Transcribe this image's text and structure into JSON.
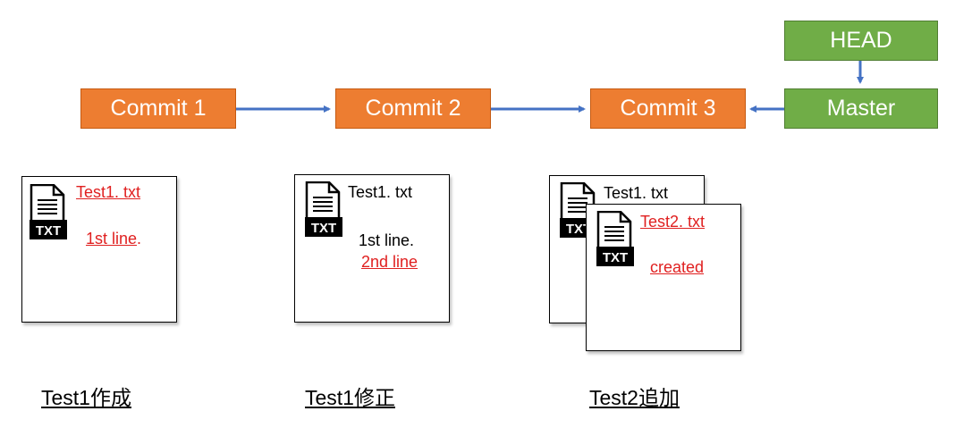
{
  "commits": [
    {
      "label": "Commit 1"
    },
    {
      "label": "Commit 2"
    },
    {
      "label": "Commit 3"
    }
  ],
  "refs": {
    "head": "HEAD",
    "master": "Master"
  },
  "icon_name": "txt-file-icon",
  "icon_label": "TXT",
  "files": {
    "commit1": {
      "name": "Test1. txt",
      "line1": "1st line",
      "line1_suffix": "."
    },
    "commit2": {
      "name": "Test1. txt",
      "line1": "1st line.",
      "line2": "2nd line"
    },
    "commit3_back": {
      "name": "Test1. txt"
    },
    "commit3_front": {
      "name": "Test2. txt",
      "status": "created"
    }
  },
  "captions": [
    "Test1作成",
    "Test1修正",
    "Test2追加"
  ],
  "colors": {
    "commit": "#ed7d31",
    "ref": "#70ad47",
    "arrow": "#4472c4",
    "changed_text": "#e02020"
  }
}
